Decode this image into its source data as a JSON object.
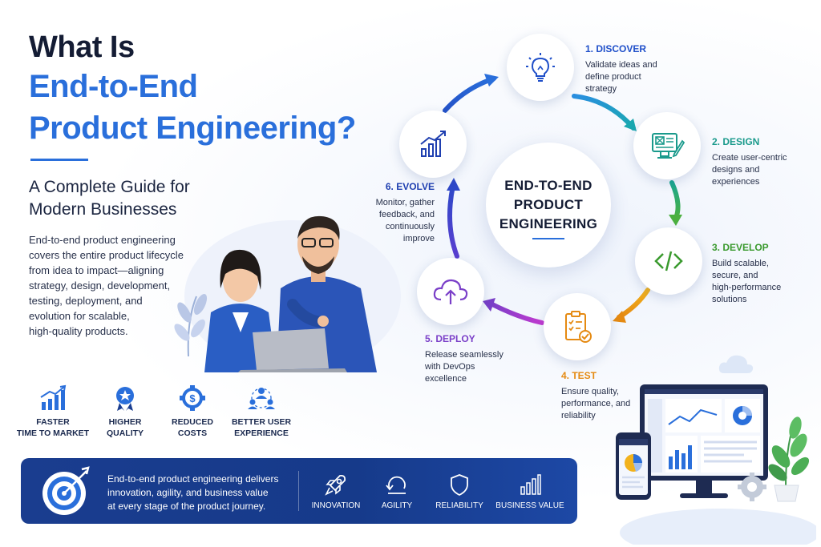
{
  "title": {
    "line1": "What Is",
    "line2": "End-to-End",
    "line3": "Product Engineering?"
  },
  "subtitle": {
    "line1": "A Complete Guide for",
    "line2": "Modern Businesses"
  },
  "description": [
    "End-to-end product engineering",
    "covers the entire product lifecycle",
    "from idea to impact—aligning",
    "strategy, design, development,",
    "testing, deployment, and",
    "evolution for scalable,",
    "high-quality products."
  ],
  "benefits": [
    {
      "line1": "FASTER",
      "line2": "TIME TO MARKET",
      "icon": "growth-chart-icon"
    },
    {
      "line1": "HIGHER",
      "line2": "QUALITY",
      "icon": "quality-badge-icon"
    },
    {
      "line1": "REDUCED",
      "line2": "COSTS",
      "icon": "cost-gear-icon"
    },
    {
      "line1": "BETTER USER",
      "line2": "EXPERIENCE",
      "icon": "users-icon"
    }
  ],
  "banner": {
    "text": [
      "End-to-end product engineering delivers",
      "innovation, agility, and business value",
      "at every stage of the product journey."
    ],
    "values": [
      {
        "label": "INNOVATION",
        "icon": "rocket-icon"
      },
      {
        "label": "AGILITY",
        "icon": "cycle-icon"
      },
      {
        "label": "RELIABILITY",
        "icon": "shield-icon"
      },
      {
        "label": "BUSINESS VALUE",
        "icon": "bar-chart-icon"
      }
    ]
  },
  "center": {
    "line1": "END-TO-END",
    "line2": "PRODUCT",
    "line3": "ENGINEERING"
  },
  "steps": [
    {
      "title": "1. DISCOVER",
      "desc": [
        "Validate ideas and",
        "define product",
        "strategy"
      ],
      "color": "#1f4fc9",
      "icon": "lightbulb-icon"
    },
    {
      "title": "2. DESIGN",
      "desc": [
        "Create user-centric",
        "designs and",
        "experiences"
      ],
      "color": "#1a9a8c",
      "icon": "design-monitor-icon"
    },
    {
      "title": "3. DEVELOP",
      "desc": [
        "Build scalable,",
        "secure, and",
        "high-performance",
        "solutions"
      ],
      "color": "#3a9a2e",
      "icon": "code-icon"
    },
    {
      "title": "4. TEST",
      "desc": [
        "Ensure quality,",
        "performance, and",
        "reliability"
      ],
      "color": "#e58a12",
      "icon": "clipboard-check-icon"
    },
    {
      "title": "5. DEPLOY",
      "desc": [
        "Release seamlessly",
        "with DevOps",
        "excellence"
      ],
      "color": "#7a3fc8",
      "icon": "cloud-upload-icon"
    },
    {
      "title": "6. EVOLVE",
      "desc": [
        "Monitor, gather",
        "feedback, and",
        "continuously",
        "improve"
      ],
      "color": "#1f3fb0",
      "icon": "growth-bars-icon"
    }
  ],
  "colors": {
    "accent": "#2a6fdb",
    "dark": "#141c34",
    "banner": "#1a3d8f"
  }
}
